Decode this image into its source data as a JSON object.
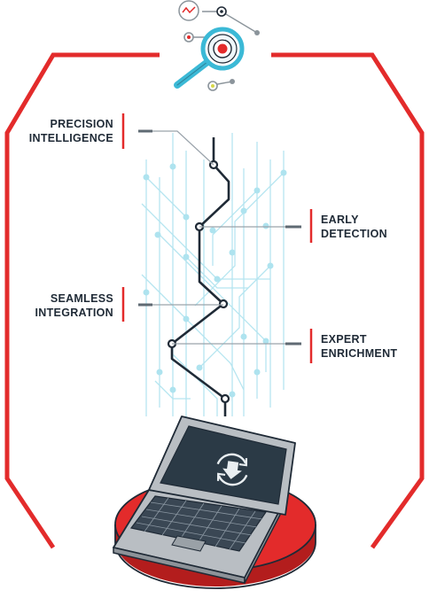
{
  "labels": {
    "precision": {
      "line1": "PRECISION",
      "line2": "INTELLIGENCE"
    },
    "early": {
      "line1": "EARLY",
      "line2": "DETECTION"
    },
    "seamless": {
      "line1": "SEAMLESS",
      "line2": "INTEGRATION"
    },
    "expert": {
      "line1": "EXPERT",
      "line2": "ENRICHMENT"
    }
  },
  "colors": {
    "frame_red": "#e32b2b",
    "dark_navy": "#1f2a36",
    "light_blue": "#7fd3e6",
    "leader_gray": "#9aa3ab",
    "laptop_gray": "#b9bec3",
    "screen_dark": "#2b3a46",
    "platform_red": "#e32b2b"
  },
  "icons": {
    "top": "magnifier-target-icon",
    "screen": "refresh-arrow-icon"
  }
}
